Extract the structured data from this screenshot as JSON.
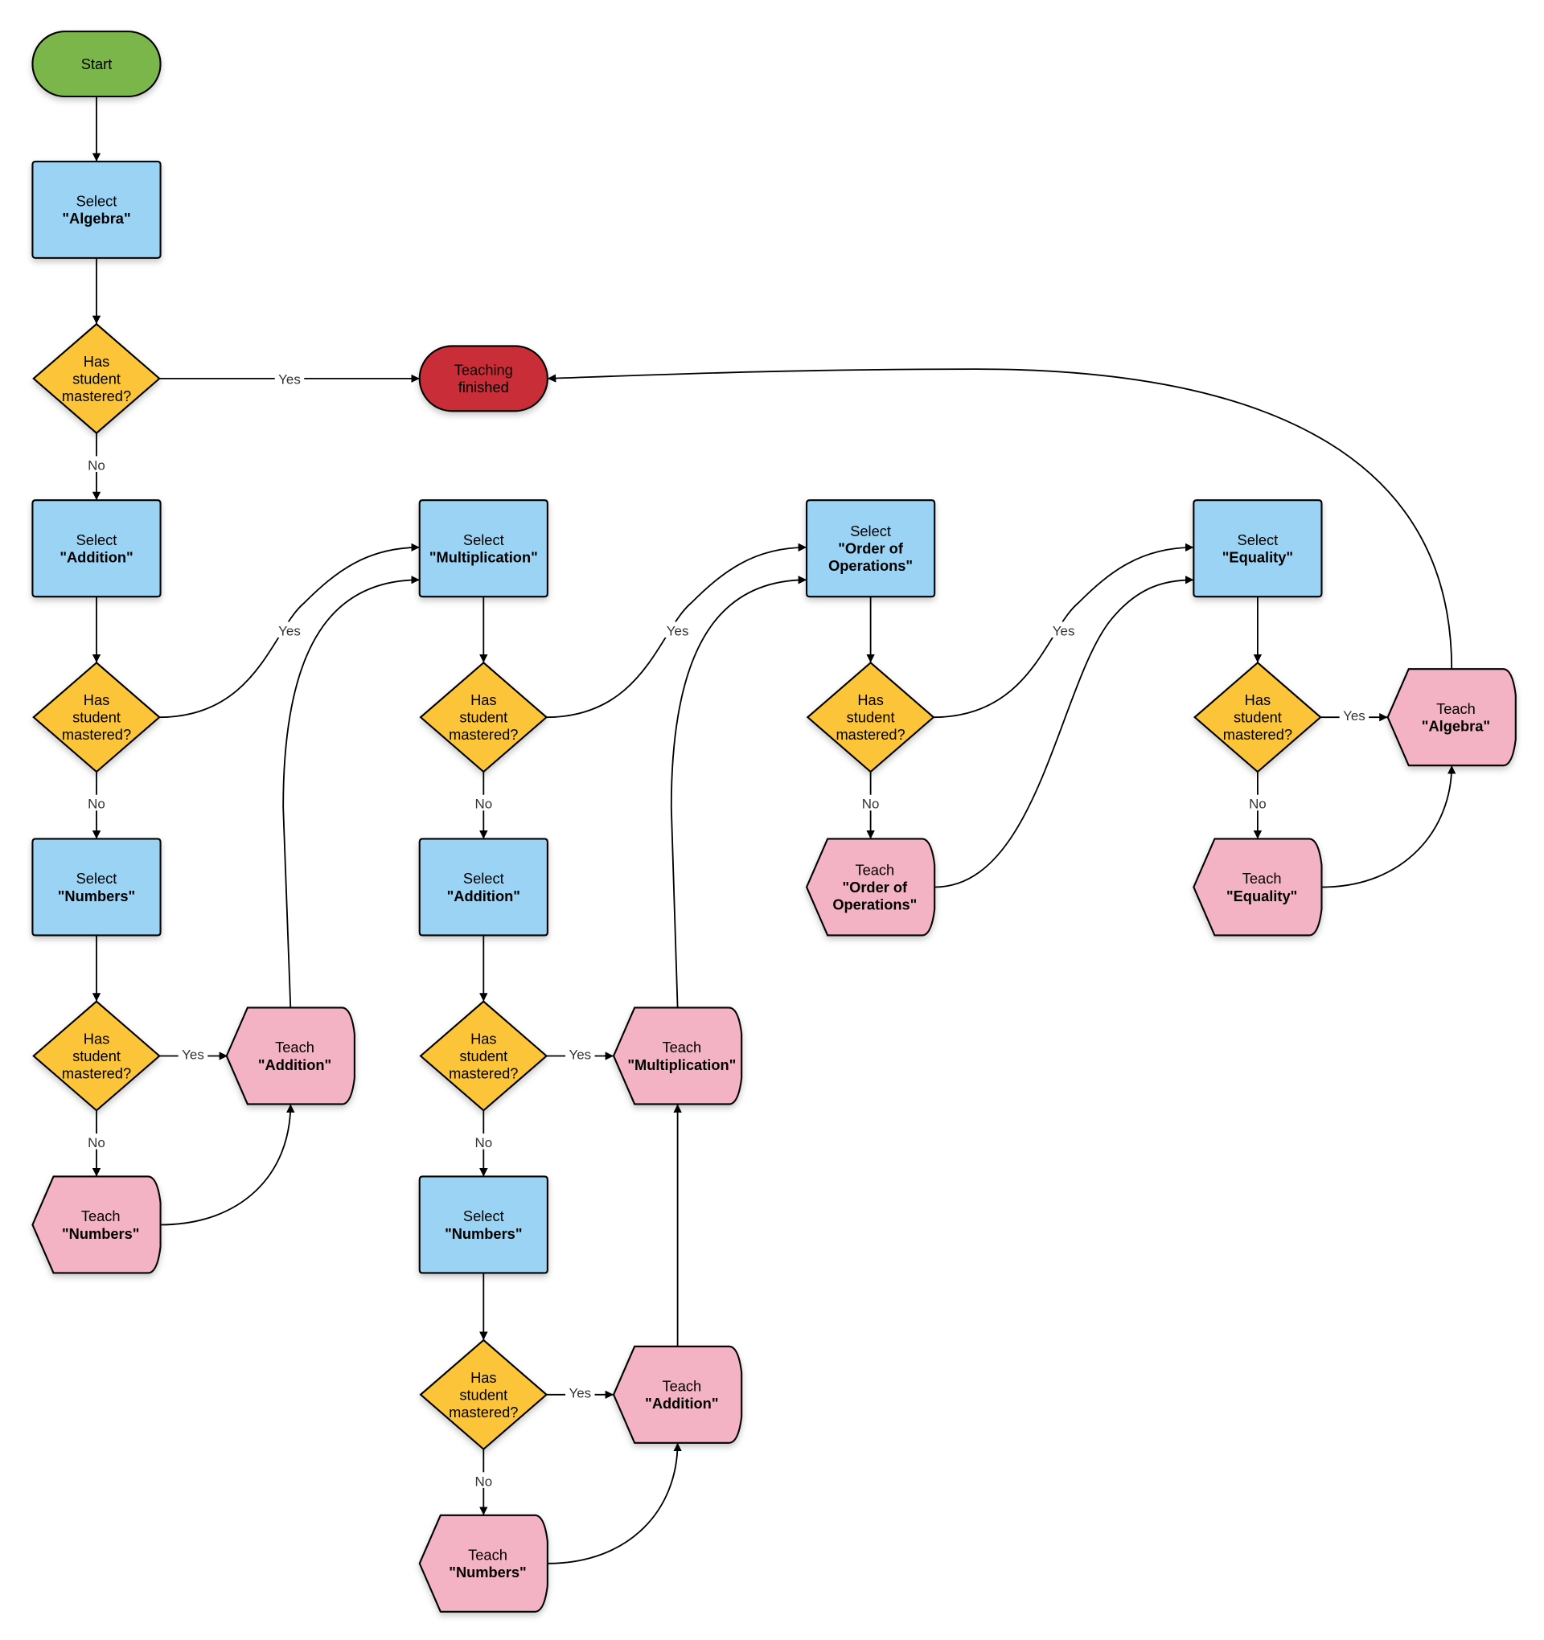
{
  "colors": {
    "start": "#7ab648",
    "select": "#9ad3f4",
    "decision": "#fcc438",
    "end": "#c92d39",
    "teach": "#f4b3c5"
  },
  "nodes": [
    {
      "id": "start",
      "type": "start",
      "lines": [
        {
          "text": "Start",
          "bold": false
        }
      ]
    },
    {
      "id": "sel_alg",
      "type": "select",
      "lines": [
        {
          "text": "Select",
          "bold": false
        },
        {
          "text": "\"Algebra\"",
          "bold": true
        }
      ]
    },
    {
      "id": "d1",
      "type": "decision",
      "lines": [
        {
          "text": "Has",
          "bold": false
        },
        {
          "text": "student",
          "bold": false
        },
        {
          "text": "mastered?",
          "bold": false
        }
      ]
    },
    {
      "id": "finished",
      "type": "end",
      "lines": [
        {
          "text": "Teaching",
          "bold": false
        },
        {
          "text": "finished",
          "bold": false
        }
      ]
    },
    {
      "id": "sel_add1",
      "type": "select",
      "lines": [
        {
          "text": "Select",
          "bold": false
        },
        {
          "text": "\"Addition\"",
          "bold": true
        }
      ]
    },
    {
      "id": "d2",
      "type": "decision",
      "lines": [
        {
          "text": "Has",
          "bold": false
        },
        {
          "text": "student",
          "bold": false
        },
        {
          "text": "mastered?",
          "bold": false
        }
      ]
    },
    {
      "id": "sel_num1",
      "type": "select",
      "lines": [
        {
          "text": "Select",
          "bold": false
        },
        {
          "text": "\"Numbers\"",
          "bold": true
        }
      ]
    },
    {
      "id": "d3",
      "type": "decision",
      "lines": [
        {
          "text": "Has",
          "bold": false
        },
        {
          "text": "student",
          "bold": false
        },
        {
          "text": "mastered?",
          "bold": false
        }
      ]
    },
    {
      "id": "teach_add1",
      "type": "teach",
      "lines": [
        {
          "text": "Teach",
          "bold": false
        },
        {
          "text": "\"Addition\"",
          "bold": true
        }
      ]
    },
    {
      "id": "teach_num1",
      "type": "teach",
      "lines": [
        {
          "text": "Teach",
          "bold": false
        },
        {
          "text": "\"Numbers\"",
          "bold": true
        }
      ]
    },
    {
      "id": "sel_mult",
      "type": "select",
      "lines": [
        {
          "text": "Select",
          "bold": false
        },
        {
          "text": "\"Multiplication\"",
          "bold": true
        }
      ]
    },
    {
      "id": "d4",
      "type": "decision",
      "lines": [
        {
          "text": "Has",
          "bold": false
        },
        {
          "text": "student",
          "bold": false
        },
        {
          "text": "mastered?",
          "bold": false
        }
      ]
    },
    {
      "id": "sel_add2",
      "type": "select",
      "lines": [
        {
          "text": "Select",
          "bold": false
        },
        {
          "text": "\"Addition\"",
          "bold": true
        }
      ]
    },
    {
      "id": "d5",
      "type": "decision",
      "lines": [
        {
          "text": "Has",
          "bold": false
        },
        {
          "text": "student",
          "bold": false
        },
        {
          "text": "mastered?",
          "bold": false
        }
      ]
    },
    {
      "id": "teach_mult",
      "type": "teach",
      "lines": [
        {
          "text": "Teach",
          "bold": false
        },
        {
          "text": "\"Multiplication\"",
          "bold": true
        }
      ]
    },
    {
      "id": "sel_num2",
      "type": "select",
      "lines": [
        {
          "text": "Select",
          "bold": false
        },
        {
          "text": "\"Numbers\"",
          "bold": true
        }
      ]
    },
    {
      "id": "d6",
      "type": "decision",
      "lines": [
        {
          "text": "Has",
          "bold": false
        },
        {
          "text": "student",
          "bold": false
        },
        {
          "text": "mastered?",
          "bold": false
        }
      ]
    },
    {
      "id": "teach_add2",
      "type": "teach",
      "lines": [
        {
          "text": "Teach",
          "bold": false
        },
        {
          "text": "\"Addition\"",
          "bold": true
        }
      ]
    },
    {
      "id": "teach_num2",
      "type": "teach",
      "lines": [
        {
          "text": "Teach",
          "bold": false
        },
        {
          "text": "\"Numbers\"",
          "bold": true
        }
      ]
    },
    {
      "id": "sel_ord",
      "type": "select",
      "lines": [
        {
          "text": "Select",
          "bold": false
        },
        {
          "text": "\"Order of",
          "bold": true
        },
        {
          "text": "Operations\"",
          "bold": true
        }
      ]
    },
    {
      "id": "d7",
      "type": "decision",
      "lines": [
        {
          "text": "Has",
          "bold": false
        },
        {
          "text": "student",
          "bold": false
        },
        {
          "text": "mastered?",
          "bold": false
        }
      ]
    },
    {
      "id": "teach_ord",
      "type": "teach",
      "lines": [
        {
          "text": "Teach",
          "bold": false
        },
        {
          "text": "\"Order of",
          "bold": true
        },
        {
          "text": "Operations\"",
          "bold": true
        }
      ]
    },
    {
      "id": "sel_eq",
      "type": "select",
      "lines": [
        {
          "text": "Select",
          "bold": false
        },
        {
          "text": "\"Equality\"",
          "bold": true
        }
      ]
    },
    {
      "id": "d8",
      "type": "decision",
      "lines": [
        {
          "text": "Has",
          "bold": false
        },
        {
          "text": "student",
          "bold": false
        },
        {
          "text": "mastered?",
          "bold": false
        }
      ]
    },
    {
      "id": "teach_eq",
      "type": "teach",
      "lines": [
        {
          "text": "Teach",
          "bold": false
        },
        {
          "text": "\"Equality\"",
          "bold": true
        }
      ]
    },
    {
      "id": "teach_alg",
      "type": "teach",
      "lines": [
        {
          "text": "Teach",
          "bold": false
        },
        {
          "text": "\"Algebra\"",
          "bold": true
        }
      ]
    }
  ],
  "edges": [
    {
      "from": "start",
      "to": "sel_alg",
      "label": ""
    },
    {
      "from": "sel_alg",
      "to": "d1",
      "label": ""
    },
    {
      "from": "d1",
      "to": "finished",
      "label": "Yes"
    },
    {
      "from": "d1",
      "to": "sel_add1",
      "label": "No"
    },
    {
      "from": "sel_add1",
      "to": "d2",
      "label": ""
    },
    {
      "from": "d2",
      "to": "sel_mult",
      "label": "Yes"
    },
    {
      "from": "d2",
      "to": "sel_num1",
      "label": "No"
    },
    {
      "from": "sel_num1",
      "to": "d3",
      "label": ""
    },
    {
      "from": "d3",
      "to": "teach_add1",
      "label": "Yes"
    },
    {
      "from": "d3",
      "to": "teach_num1",
      "label": "No"
    },
    {
      "from": "teach_num1",
      "to": "teach_add1",
      "label": ""
    },
    {
      "from": "teach_add1",
      "to": "sel_mult",
      "label": ""
    },
    {
      "from": "sel_mult",
      "to": "d4",
      "label": ""
    },
    {
      "from": "d4",
      "to": "sel_ord",
      "label": "Yes"
    },
    {
      "from": "d4",
      "to": "sel_add2",
      "label": "No"
    },
    {
      "from": "sel_add2",
      "to": "d5",
      "label": ""
    },
    {
      "from": "d5",
      "to": "teach_mult",
      "label": "Yes"
    },
    {
      "from": "d5",
      "to": "sel_num2",
      "label": "No"
    },
    {
      "from": "sel_num2",
      "to": "d6",
      "label": ""
    },
    {
      "from": "d6",
      "to": "teach_add2",
      "label": "Yes"
    },
    {
      "from": "d6",
      "to": "teach_num2",
      "label": "No"
    },
    {
      "from": "teach_num2",
      "to": "teach_add2",
      "label": ""
    },
    {
      "from": "teach_add2",
      "to": "teach_mult",
      "label": ""
    },
    {
      "from": "teach_mult",
      "to": "sel_ord",
      "label": ""
    },
    {
      "from": "sel_ord",
      "to": "d7",
      "label": ""
    },
    {
      "from": "d7",
      "to": "sel_eq",
      "label": "Yes"
    },
    {
      "from": "d7",
      "to": "teach_ord",
      "label": "No"
    },
    {
      "from": "teach_ord",
      "to": "sel_eq",
      "label": ""
    },
    {
      "from": "sel_eq",
      "to": "d8",
      "label": ""
    },
    {
      "from": "d8",
      "to": "teach_alg",
      "label": "Yes"
    },
    {
      "from": "d8",
      "to": "teach_eq",
      "label": "No"
    },
    {
      "from": "teach_eq",
      "to": "teach_alg",
      "label": ""
    },
    {
      "from": "teach_alg",
      "to": "finished",
      "label": ""
    }
  ]
}
